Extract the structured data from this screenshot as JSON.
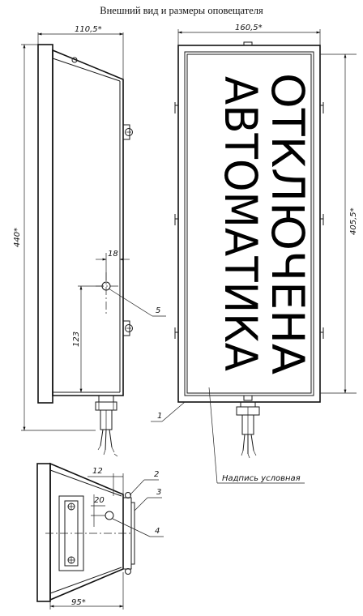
{
  "title": "Внешний вид и размеры оповещателя",
  "sign": {
    "line1": "АВТОМАТИКА",
    "line2": "ОТКЛЮЧЕНА"
  },
  "dimensions": {
    "depth_top": "110,5*",
    "width_front": "160,5*",
    "height_total": "440*",
    "height_front": "405,5*",
    "hole_offset": "18",
    "hole_height": "123",
    "side_offset": "12",
    "side_gap": "20",
    "depth_bottom": "95*"
  },
  "callouts": {
    "c1": "1",
    "c2": "2",
    "c3": "3",
    "c4": "4",
    "c5": "5",
    "note": "Надпись условная"
  }
}
